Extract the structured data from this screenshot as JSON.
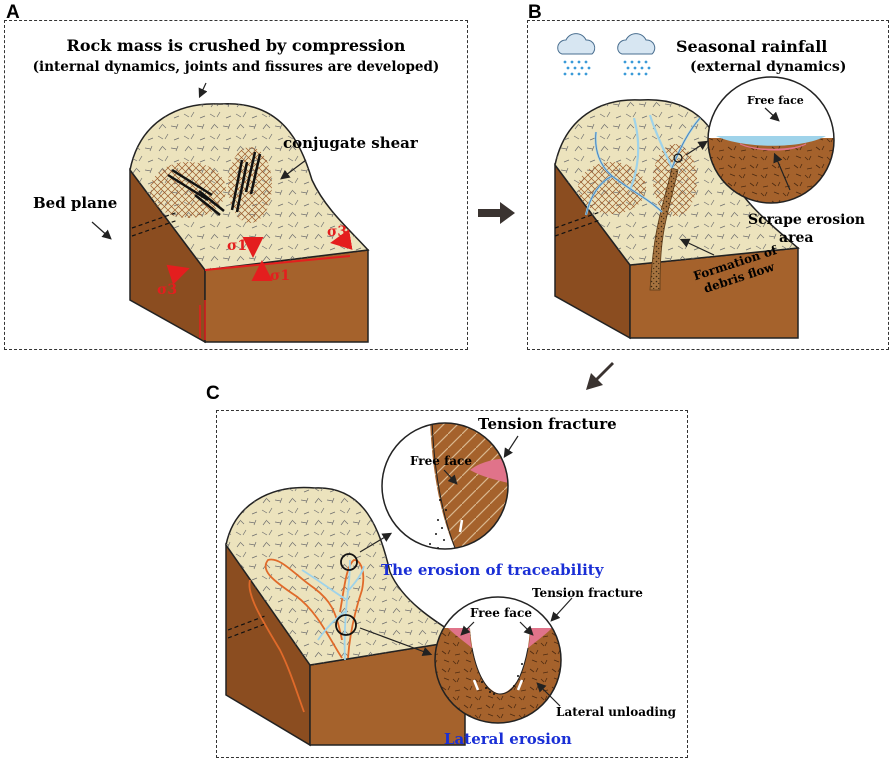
{
  "panels": {
    "a": {
      "letter": "A",
      "title": "Rock mass is crushed by compression",
      "subtitle": "(internal dynamics,  joints and fissures are developed)",
      "conjugate_shear": "conjugate shear",
      "bed_plane": "Bed plane",
      "sigma1_top": "σ1",
      "sigma1_bottom": "σ1",
      "sigma3_right": "σ3",
      "sigma3_left": "σ3"
    },
    "b": {
      "letter": "B",
      "title": "Seasonal rainfall",
      "subtitle": "(external dynamics)",
      "free_face": "Free face",
      "scrape_line1": "Scrape erosion",
      "scrape_line2": "area",
      "formation_line1": "Formation of",
      "formation_line2": "debris flow"
    },
    "c": {
      "letter": "C",
      "tension_fracture_1": "Tension fracture",
      "free_face_1": "Free face",
      "traceability": "The erosion of traceability",
      "tension_fracture_2": "Tension fracture",
      "free_face_2": "Free face",
      "lateral_unloading": "Lateral unloading",
      "lateral_erosion": "Lateral erosion"
    }
  },
  "colors": {
    "slope_top": "#ece3bd",
    "slope_side": "#a5622c",
    "slope_side_dark": "#8b4d20",
    "stress_red": "#e41e1e",
    "water_blue": "#9fd3ea",
    "tension_pink": "#e0738a",
    "caption_blue": "#1a2fd6",
    "arrow_dark": "#3a3330"
  }
}
